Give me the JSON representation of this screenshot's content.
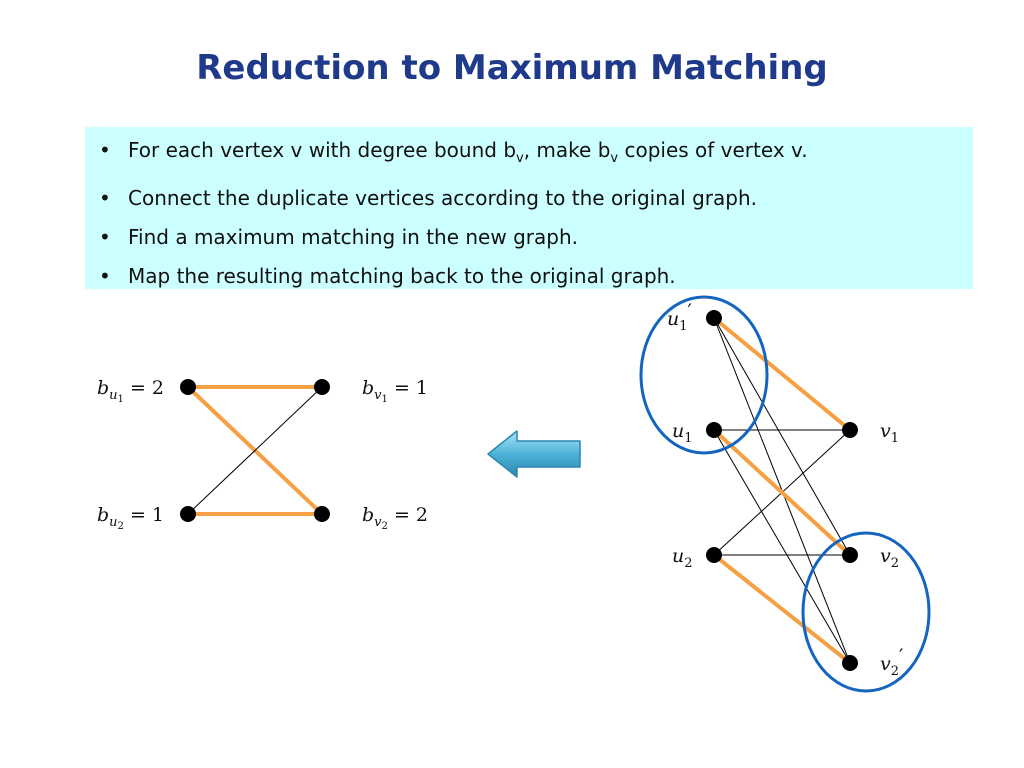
{
  "slide": {
    "title": "Reduction to Maximum Matching"
  },
  "bullets": [
    {
      "pre": "For each vertex v with degree bound b",
      "sub1": "v",
      "mid": ", make b",
      "sub2": "v",
      "post": " copies of vertex v."
    },
    {
      "pre": "Connect the duplicate vertices according to the original graph.",
      "sub1": "",
      "mid": "",
      "sub2": "",
      "post": ""
    },
    {
      "pre": "Find a maximum matching in the new graph.",
      "sub1": "",
      "mid": "",
      "sub2": "",
      "post": ""
    },
    {
      "pre": "Map the resulting matching back to the original graph.",
      "sub1": "",
      "mid": "",
      "sub2": "",
      "post": ""
    }
  ],
  "bullet_symbol": "•",
  "left_graph": {
    "labels": {
      "bu1": {
        "var": "b",
        "sub": "u",
        "subsub": "1",
        "eq": " = 2"
      },
      "bu2": {
        "var": "b",
        "sub": "u",
        "subsub": "2",
        "eq": " = 1"
      },
      "bv1": {
        "var": "b",
        "sub": "v",
        "subsub": "1",
        "eq": " = 1"
      },
      "bv2": {
        "var": "b",
        "sub": "v",
        "subsub": "2",
        "eq": " = 2"
      }
    }
  },
  "right_graph": {
    "labels": {
      "u1p": {
        "var": "u",
        "sub": "1",
        "prime": "′"
      },
      "u1": {
        "var": "u",
        "sub": "1",
        "prime": ""
      },
      "u2": {
        "var": "u",
        "sub": "2",
        "prime": ""
      },
      "v1": {
        "var": "v",
        "sub": "1",
        "prime": ""
      },
      "v2": {
        "var": "v",
        "sub": "2",
        "prime": ""
      },
      "v2p": {
        "var": "v",
        "sub": "2",
        "prime": "′"
      }
    }
  },
  "colors": {
    "title": "#1f3a8a",
    "box_background": "#ccffff",
    "matching_edge": "#f5a042",
    "plain_edge": "#000000",
    "ellipse": "#1565c0",
    "arrow_fill": "#4fb3d9",
    "arrow_stroke": "#2a86b0"
  },
  "icons": {
    "arrow": "left-arrow-icon"
  }
}
